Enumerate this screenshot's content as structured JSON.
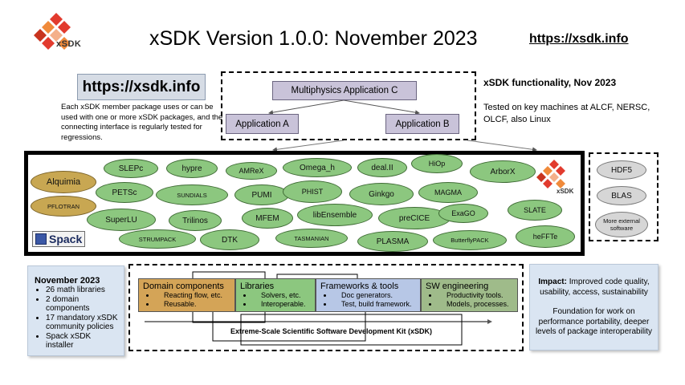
{
  "header": {
    "title": "xSDK Version 1.0.0: November 2023",
    "url": "https://xsdk.info",
    "logo_text": "xSDK"
  },
  "left_panel": {
    "url": "https://xsdk.info",
    "description": "Each xSDK member package uses or can be used with one or more xSDK packages, and the connecting interface is regularly tested for regressions."
  },
  "multiphysics": {
    "app_c": "Multiphysics Application C",
    "app_a": "Application A",
    "app_b": "Application B"
  },
  "functionality": {
    "title": "xSDK functionality, Nov 2023",
    "text": "Tested on key machines at ALCF, NERSC, OLCF, also Linux"
  },
  "packages": [
    {
      "name": "SLEPc"
    },
    {
      "name": "hypre"
    },
    {
      "name": "AMReX"
    },
    {
      "name": "Omega_h"
    },
    {
      "name": "deal.II"
    },
    {
      "name": "HiOp"
    },
    {
      "name": "ArborX"
    },
    {
      "name": "Alquimia"
    },
    {
      "name": "PETSc"
    },
    {
      "name": "SUNDIALS"
    },
    {
      "name": "PUMI"
    },
    {
      "name": "PHIST"
    },
    {
      "name": "Ginkgo"
    },
    {
      "name": "MAGMA"
    },
    {
      "name": "PFLOTRAN"
    },
    {
      "name": "SuperLU"
    },
    {
      "name": "Trilinos"
    },
    {
      "name": "MFEM"
    },
    {
      "name": "libEnsemble"
    },
    {
      "name": "preCICE"
    },
    {
      "name": "ExaGO"
    },
    {
      "name": "SLATE"
    },
    {
      "name": "STRUMPACK"
    },
    {
      "name": "DTK"
    },
    {
      "name": "TASMANIAN"
    },
    {
      "name": "PLASMA"
    },
    {
      "name": "ButterflyPACK"
    },
    {
      "name": "heFFTe"
    }
  ],
  "spack_label": "Spack",
  "external": [
    "HDF5",
    "BLAS",
    "More external software"
  ],
  "note_left": {
    "title": "November 2023",
    "items": [
      "26 math libraries",
      "2 domain components",
      "17 mandatory xSDK community policies",
      "Spack xSDK installer"
    ]
  },
  "note_right": {
    "impact_label": "Impact:",
    "impact_text": " Improved code quality, usability, access, sustainability",
    "foundation": "Foundation for work on performance portability, deeper levels of package interoperability"
  },
  "kit": {
    "components": [
      {
        "title": "Domain components",
        "items": [
          "Reacting flow, etc.",
          "Reusable."
        ]
      },
      {
        "title": "Libraries",
        "items": [
          "Solvers, etc.",
          "Interoperable."
        ]
      },
      {
        "title": "Frameworks & tools",
        "items": [
          "Doc generators.",
          "Test, build framework."
        ]
      },
      {
        "title": "SW engineering",
        "items": [
          "Productivity tools.",
          "Models, processes."
        ]
      }
    ],
    "label": "Extreme-Scale Scientific Software Development Kit (xSDK)"
  },
  "colors": {
    "package_green": "#8cc77f",
    "package_gold": "#c8a752",
    "app_node": "#c9c3d9",
    "note_bg": "#dae5f2",
    "logo_red": "#e23b2e",
    "logo_orange": "#f08a3a"
  }
}
